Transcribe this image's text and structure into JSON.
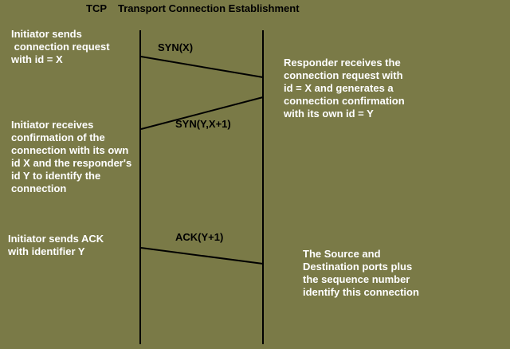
{
  "title": {
    "tcp": "TCP",
    "main": "Transport Connection Establishment"
  },
  "annotations": {
    "initiator_step1": "Initiator sends\n connection request\nwith id = X",
    "initiator_step2": "Initiator receives\nconfirmation of the\nconnection with its own\nid X and the responder's\nid Y to identify the\nconnection",
    "initiator_step3": "Initiator sends ACK\nwith identifier Y",
    "responder_step1": "Responder receives the\nconnection request with\nid = X and generates a\nconnection confirmation\nwith its own id = Y",
    "responder_step2": "The Source and\nDestination ports plus\nthe sequence number\nidentify this connection"
  },
  "messages": {
    "syn": "SYN(X)",
    "synack": "SYN(Y,X+1)",
    "ack": "ACK(Y+1)"
  },
  "colors": {
    "background": "#7a7a47",
    "text_light": "#ffffff",
    "text_dark": "#000000",
    "line": "#000000"
  }
}
